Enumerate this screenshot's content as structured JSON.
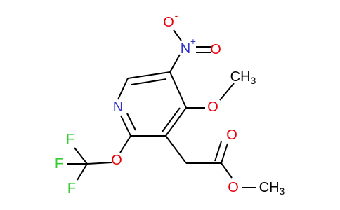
{
  "molecule": {
    "atoms": {
      "n_ring": "N",
      "o_nitro_top": "O",
      "o_nitro_top_charge": "-",
      "n_nitro": "N",
      "n_nitro_charge": "+",
      "o_nitro_right": "O",
      "o_methoxy": "O",
      "ch3_methoxy_c": "CH",
      "ch3_methoxy_sub": "3",
      "o_trifluoro": "O",
      "f_top": "F",
      "f_left": "F",
      "f_bottom": "F",
      "o_carbonyl": "O",
      "o_ester": "O",
      "ch3_ester_c": "CH",
      "ch3_ester_sub": "3"
    },
    "colors": {
      "bond": "#000000",
      "nitrogen": "#3333cc",
      "oxygen": "#e8000b",
      "fluorine": "#33cc33",
      "carbon": "#000000"
    }
  }
}
